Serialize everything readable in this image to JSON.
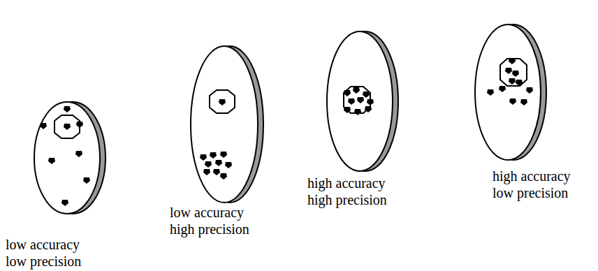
{
  "diagram": {
    "labels": [
      "low accuracy low precision",
      "low accuracy high precision",
      "high accuracy high precision",
      "high accuracy low precision"
    ]
  }
}
